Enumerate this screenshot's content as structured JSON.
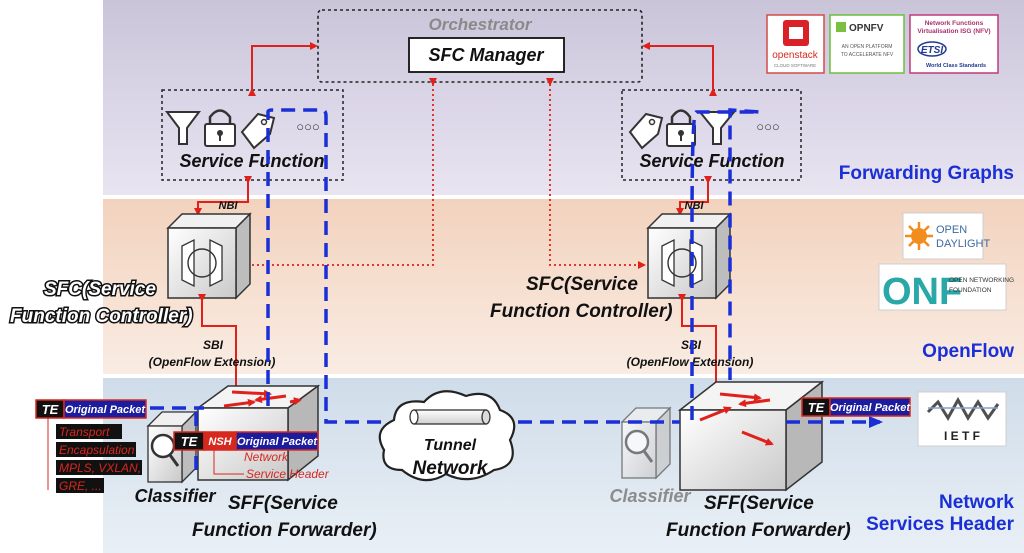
{
  "layers": {
    "forwarding_graphs": "Forwarding Graphs",
    "openflow": "OpenFlow",
    "nsh_line1": "Network",
    "nsh_line2": "Services Header"
  },
  "orchestrator": {
    "title": "Orchestrator",
    "sfc_manager": "SFC Manager"
  },
  "service_function": {
    "left_label": "Service Function",
    "right_label": "Service Function",
    "ellipsis": "○○○"
  },
  "interfaces": {
    "nbi": "NBI",
    "sbi": "SBI",
    "sbi_detail": "(OpenFlow Extension)"
  },
  "controller": {
    "left_line1": "SFC(Service",
    "left_line2": "Function Controller)",
    "right_line1": "SFC(Service",
    "right_line2": "Function Controller)"
  },
  "forwarder": {
    "line1": "SFF(Service",
    "line2": "Function Forwarder)"
  },
  "classifier": {
    "label": "Classifier"
  },
  "tunnel": {
    "line1": "Tunnel",
    "line2": "Network"
  },
  "packets": {
    "te": "TE",
    "nsh": "NSH",
    "original": "Original Packet",
    "nsh_caption_line1": "Network",
    "nsh_caption_line2": "Service Header",
    "transport_caption": [
      "Transport",
      "Encapsulation",
      "MPLS, VXLAN,",
      "GRE, ..."
    ]
  },
  "logos": {
    "openstack": "openstack",
    "openstack_sub": "CLOUD SOFTWARE",
    "opnfv": "OPNFV",
    "opnfv_sub1": "AN OPEN PLATFORM",
    "opnfv_sub2": "TO ACCELERATE NFV",
    "etsi_title1": "Network Functions",
    "etsi_title2": "Virtualisation ISG (NFV)",
    "etsi": "ETSI",
    "etsi_sub": "World Class Standards",
    "odl_open": "OPEN",
    "odl_daylight": "DAYLIGHT",
    "onf": "ONF",
    "onf_sub1": "OPEN NETWORKING",
    "onf_sub2": "FOUNDATION",
    "ietf": "I E T F"
  },
  "colors": {
    "accent_blue": "#1a2fd6",
    "signal_red": "#e0211b",
    "packet_navy": "#1c1c9e",
    "packet_red": "#d7281f"
  }
}
